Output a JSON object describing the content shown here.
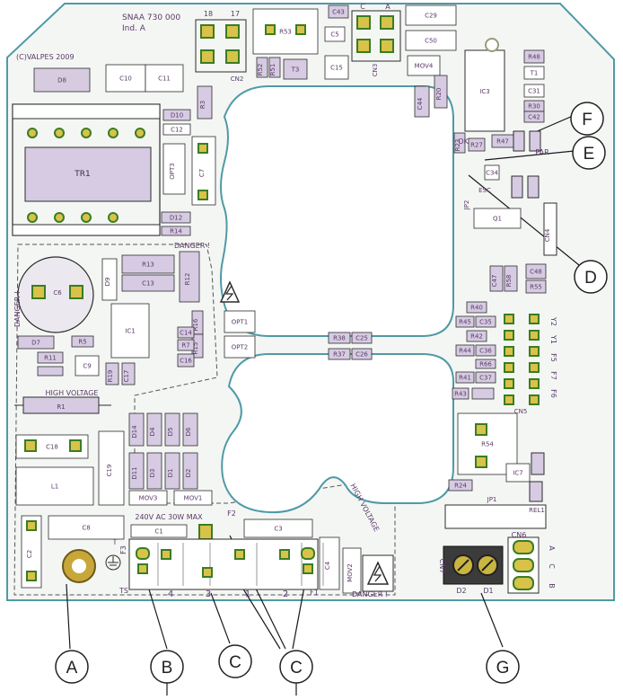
{
  "colors": {
    "board_bg": "#f4f6f4",
    "board_edge": "#4f9aa6",
    "outline": "#2c2c2c",
    "component": "#d6cbe2",
    "component_dark": "#8a6a98",
    "pad": "#3a7d22",
    "pad_copper": "#d8c24a",
    "label": "#5a3a66",
    "callout_line": "#1a1a1a"
  },
  "board_text": {
    "part_no": "SNAA 730 000",
    "revision": "Ind. A",
    "copyright": "(C)VALPES 2009",
    "danger_top": "DANGER !",
    "danger_left": "DANGER !",
    "high_voltage_left": "HIGH VOLTAGE",
    "high_voltage_right": "HIGH VOLTAGE",
    "danger_bottom": "DANGER !",
    "rating": "240V AC 30W MAX",
    "ok": "OK",
    "par": "PAR",
    "esc": "ESC",
    "jp2": "JP2",
    "jp1": "JP1",
    "rel1": "REL1",
    "cn2": "CN2",
    "cn3": "CN3",
    "cn4": "CN4",
    "cn5": "CN5",
    "cn6": "CN6",
    "cn7": "CN7",
    "term18": "18",
    "term17": "17",
    "cn3_c": "C",
    "cn3_a": "A",
    "cn7_d2": "D2",
    "cn7_d1": "D1",
    "cn6_a": "A",
    "cn6_b": "B",
    "cn6_c": "C",
    "f2": "F2",
    "f3": "F3",
    "f1": "F1",
    "ts": "TS",
    "t_left": "T",
    "num_4": "4",
    "num_3": "3",
    "num_1": "1",
    "num_2": "2",
    "vertical_labels": [
      "Y2",
      "Y1",
      "F5",
      "F7",
      "F6"
    ]
  },
  "components": {
    "D8": "D8",
    "C10": "C10",
    "C11": "C11",
    "R3": "R3",
    "R53": "R53",
    "T3": "T3",
    "R52": "R52",
    "R51": "R51",
    "C43": "C43",
    "C5": "C5",
    "C15": "C15",
    "C29": "C29",
    "C50": "C50",
    "MOV4": "MOV4",
    "C44": "C44",
    "R20": "R20",
    "IC3": "IC3",
    "R48": "R48",
    "T1": "T1",
    "C31": "C31",
    "R30": "R30",
    "C42": "C42",
    "R47": "R47",
    "R27": "R27",
    "R23": "R23",
    "C34": "C34",
    "D10": "D10",
    "C12": "C12",
    "TR1": "TR1",
    "OPT3": "OPT3",
    "C7": "C7",
    "D12": "D12",
    "R14": "R14",
    "Q1": "Q1",
    "C6": "C6",
    "D9": "D9",
    "R13": "R13",
    "C13": "C13",
    "R12": "R12",
    "IC1": "IC1",
    "R16": "R16",
    "R15": "R15",
    "OPT1": "OPT1",
    "OPT2": "OPT2",
    "D7": "D7",
    "R5": "R5",
    "R11": "R11",
    "C9": "C9",
    "R19": "R19",
    "C17": "C17",
    "C14": "C14",
    "R7": "R7",
    "C16": "C16",
    "R38": "R38",
    "C25": "C25",
    "R37": "R37",
    "C26": "C26",
    "C47": "C47",
    "R58": "R58",
    "C48": "C48",
    "R55": "R55",
    "R40": "R40",
    "R45": "R45",
    "C35": "C35",
    "R42": "R42",
    "R44": "R44",
    "C36": "C36",
    "R41": "R41",
    "C37": "C37",
    "R43": "R43",
    "R66": "R66",
    "R1": "R1",
    "C18": "C18",
    "L1": "L1",
    "C19": "C19",
    "D14": "D14",
    "D4": "D4",
    "D5": "D5",
    "D6": "D6",
    "D11": "D11",
    "D3": "D3",
    "D1": "D1",
    "D2": "D2",
    "MOV3": "MOV3",
    "MOV1": "MOV1",
    "R54": "R54",
    "IC7": "IC7",
    "R24": "R24",
    "C1": "C1",
    "C3": "C3",
    "C8": "C8",
    "C2": "C2",
    "C4": "C4",
    "MOV2": "MOV2"
  },
  "callouts": [
    "A",
    "B",
    "C",
    "C",
    "D",
    "E",
    "F",
    "G"
  ]
}
